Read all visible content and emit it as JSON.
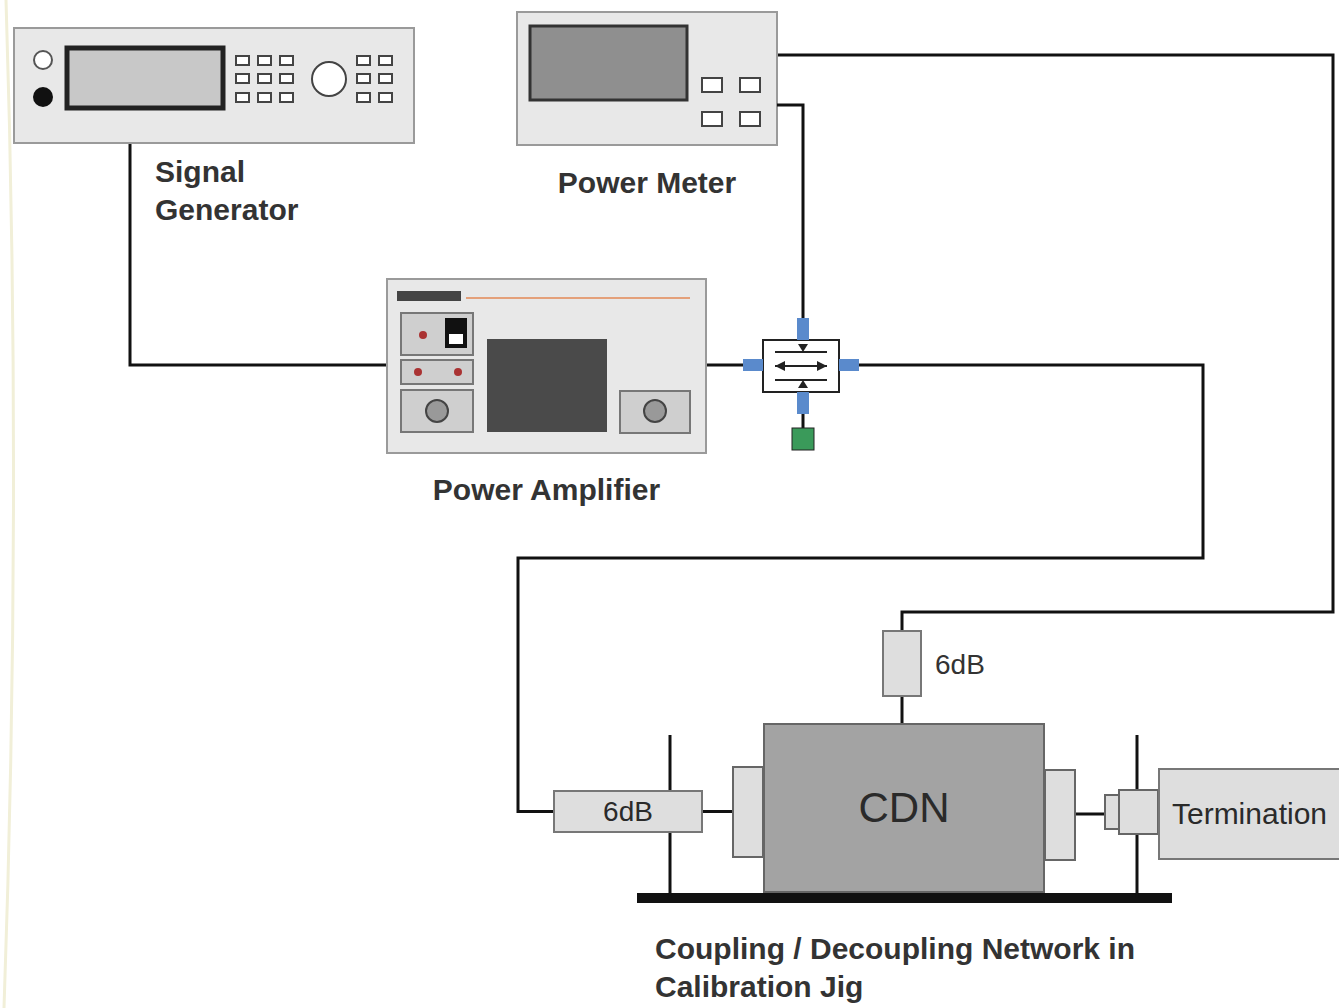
{
  "diagram": {
    "nodes": [
      {
        "text": [
          "Signal Generator"
        ]
      },
      {
        "text": [
          "Power Meter"
        ]
      },
      {
        "text": [
          "Power Amplifier"
        ]
      },
      {
        "text": [
          "6dB"
        ]
      },
      {
        "text": [
          "CDN"
        ]
      },
      {
        "text": [
          "6dB"
        ]
      },
      {
        "text": [
          "Termination"
        ]
      }
    ],
    "edges": [
      {
        "from": 0,
        "to": 2,
        "arrow": "none"
      },
      {
        "from": 2,
        "to": 3,
        "arrow": "none"
      },
      {
        "from": 1,
        "to": 5,
        "arrow": "none"
      },
      {
        "from": 3,
        "to": 4,
        "arrow": "none"
      },
      {
        "from": 5,
        "to": 4,
        "arrow": "none"
      },
      {
        "from": 4,
        "to": 6,
        "arrow": "none"
      }
    ],
    "labels": [
      "Coupling / Decoupling Network in Calibration Jig"
    ]
  }
}
